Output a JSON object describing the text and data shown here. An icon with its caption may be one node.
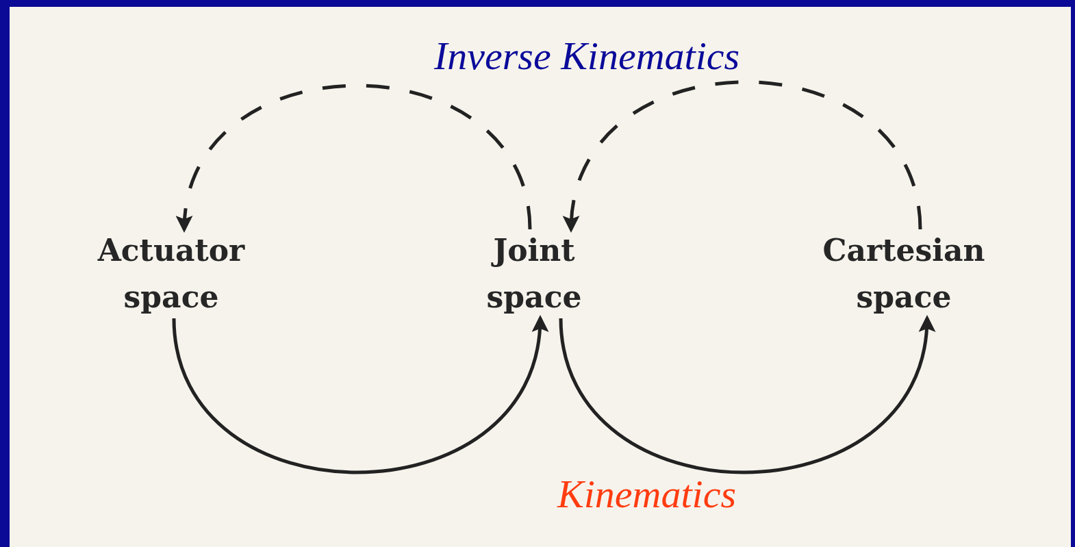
{
  "diagram": {
    "nodes": [
      {
        "text": [
          "Actuator space"
        ]
      },
      {
        "text": [
          "Joint space"
        ]
      },
      {
        "text": [
          "Cartesian space"
        ]
      }
    ],
    "edges": [
      {
        "from": 1,
        "to": 0,
        "arrow": "to",
        "style": "dashed"
      },
      {
        "from": 2,
        "to": 1,
        "arrow": "to",
        "style": "dashed"
      },
      {
        "from": 0,
        "to": 1,
        "arrow": "to"
      },
      {
        "from": 1,
        "to": 2,
        "arrow": "to"
      }
    ],
    "labels": [
      "Inverse Kinematics",
      "Kinematics"
    ]
  }
}
